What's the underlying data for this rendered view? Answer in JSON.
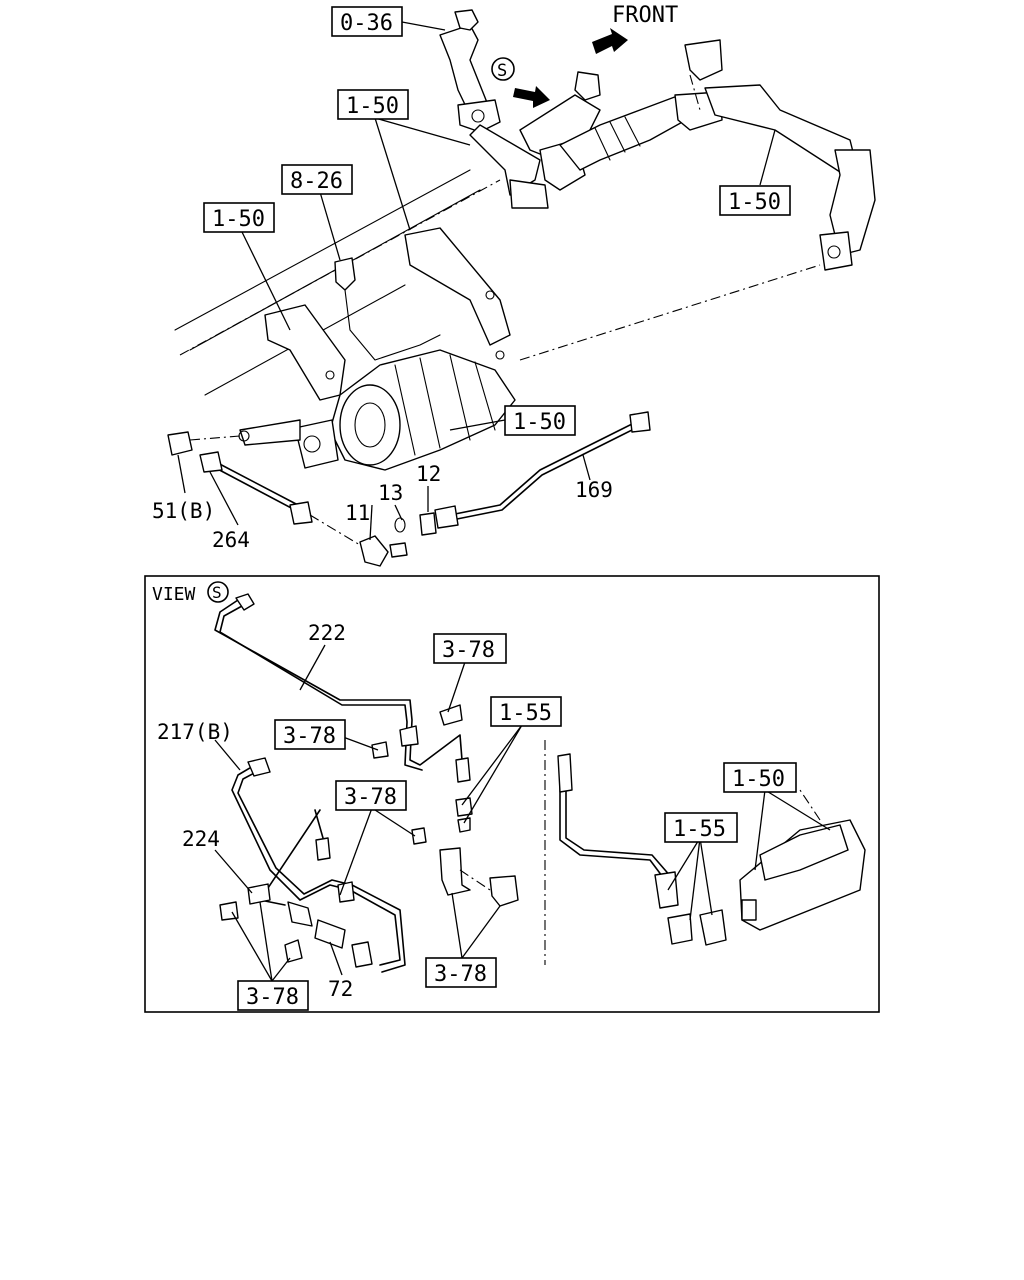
{
  "orientation": {
    "front_label": "FRONT",
    "view_marker": "S"
  },
  "ref_boxes": {
    "r036": "0-36",
    "r150_top": "1-50",
    "r826": "8-26",
    "r150_left": "1-50",
    "r150_right": "1-50",
    "r150_dpf": "1-50",
    "v378_top": "3-78",
    "v155_top": "1-55",
    "v378_mid": "3-78",
    "v378_left": "3-78",
    "v378_bottom_right": "3-78",
    "v378_bottom_left": "3-78",
    "v150": "1-50",
    "v155_right": "1-55"
  },
  "part_numbers": {
    "p51b": "51(B)",
    "p264": "264",
    "p11": "11",
    "p13": "13",
    "p12": "12",
    "p169": "169",
    "p222": "222",
    "p217b": "217(B)",
    "p224": "224",
    "p72": "72"
  },
  "view_panel": {
    "title": "VIEW",
    "marker": "S"
  }
}
